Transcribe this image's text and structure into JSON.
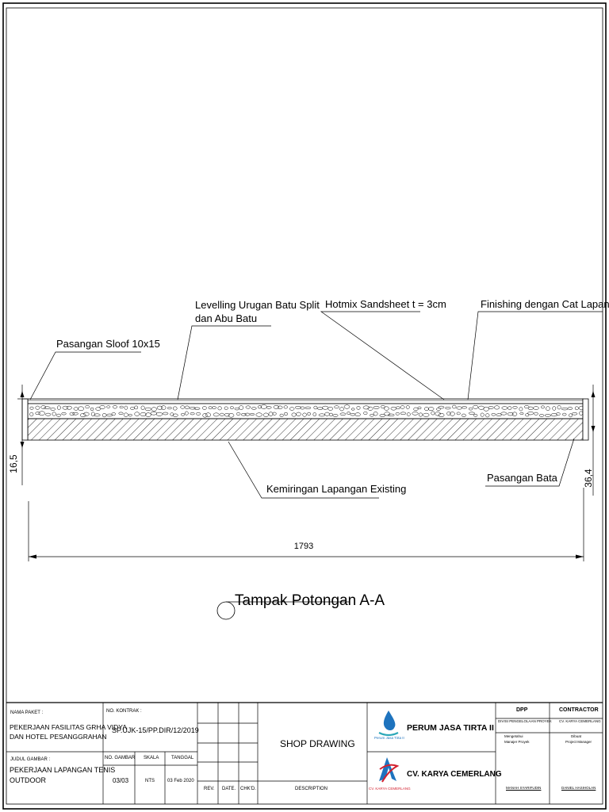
{
  "drawing": {
    "labels": {
      "sloof": "Pasangan Sloof 10x15",
      "levelling_line1": "Levelling Urugan Batu Split",
      "levelling_line2": "dan Abu Batu",
      "hotmix": "Hotmix Sandsheet t = 3cm",
      "finishing": "Finishing dengan Cat Lapanagan",
      "kemiringan": "Kemiringan Lapangan Existing",
      "pasangan_bata": "Pasangan Bata"
    },
    "dimensions": {
      "left_height": "16,5",
      "right_height": "36,4",
      "length": "1793"
    },
    "section_title": "Tampak Potongan A-A"
  },
  "title_block": {
    "nama_paket_label": "NAMA PAKET :",
    "nama_paket_line1": "PEKERJAAN FASILITAS GRHA VIDYA",
    "nama_paket_line2": "DAN HOTEL PESANGGRAHAN",
    "judul_gambar_label": "JUDUL GAMBAR :",
    "judul_gambar_line1": "PEKERJAAN LAPANGAN TENIS",
    "judul_gambar_line2": "OUTDOOR",
    "no_kontrak_label": "NO. KONTRAK :",
    "no_kontrak_value": "SP.UJK-15/PP.DIR/12/2019",
    "no_gambar_label": "NO. GAMBAR",
    "skala_label": "SKALA",
    "tanggal_label": "TANGGAL",
    "no_gambar_value": "03/03",
    "skala_value": "NTS",
    "tanggal_value": "03 Feb 2020",
    "rev_label": "REV.",
    "date_label": "DATE.",
    "chkd_label": "CHK'D.",
    "shop_drawing": "SHOP  DRAWING",
    "description_label": "DESCRIPTION",
    "owner_name": "PERUM JASA TIRTA II",
    "owner_logo_caption": "Perum Jasa Tirta II",
    "contractor_company": "CV. KARYA CEMERLANG",
    "contractor_logo_caption": "CV. KARYA CEMERLANG",
    "dpp_header": "DPP",
    "dpp_subheader": "DIVISI PENGELOLAAN PROYEK",
    "dpp_role1": "Mengetahui",
    "dpp_role2": "Manajer Proyek",
    "dpp_signatory": "MANAH SYARIFUDIN",
    "contractor_header": "CONTRACTOR",
    "contractor_subheader": "CV. KARYA CEMERLANG",
    "contractor_role1": "Dibuat",
    "contractor_role2": "Project Manager",
    "contractor_signatory": "DANIEL HASIHOLAN"
  },
  "colors": {
    "ink": "#000000",
    "logo_blue": "#1e73be",
    "logo_red": "#d2202e",
    "logo_teal": "#2aa7b8"
  }
}
